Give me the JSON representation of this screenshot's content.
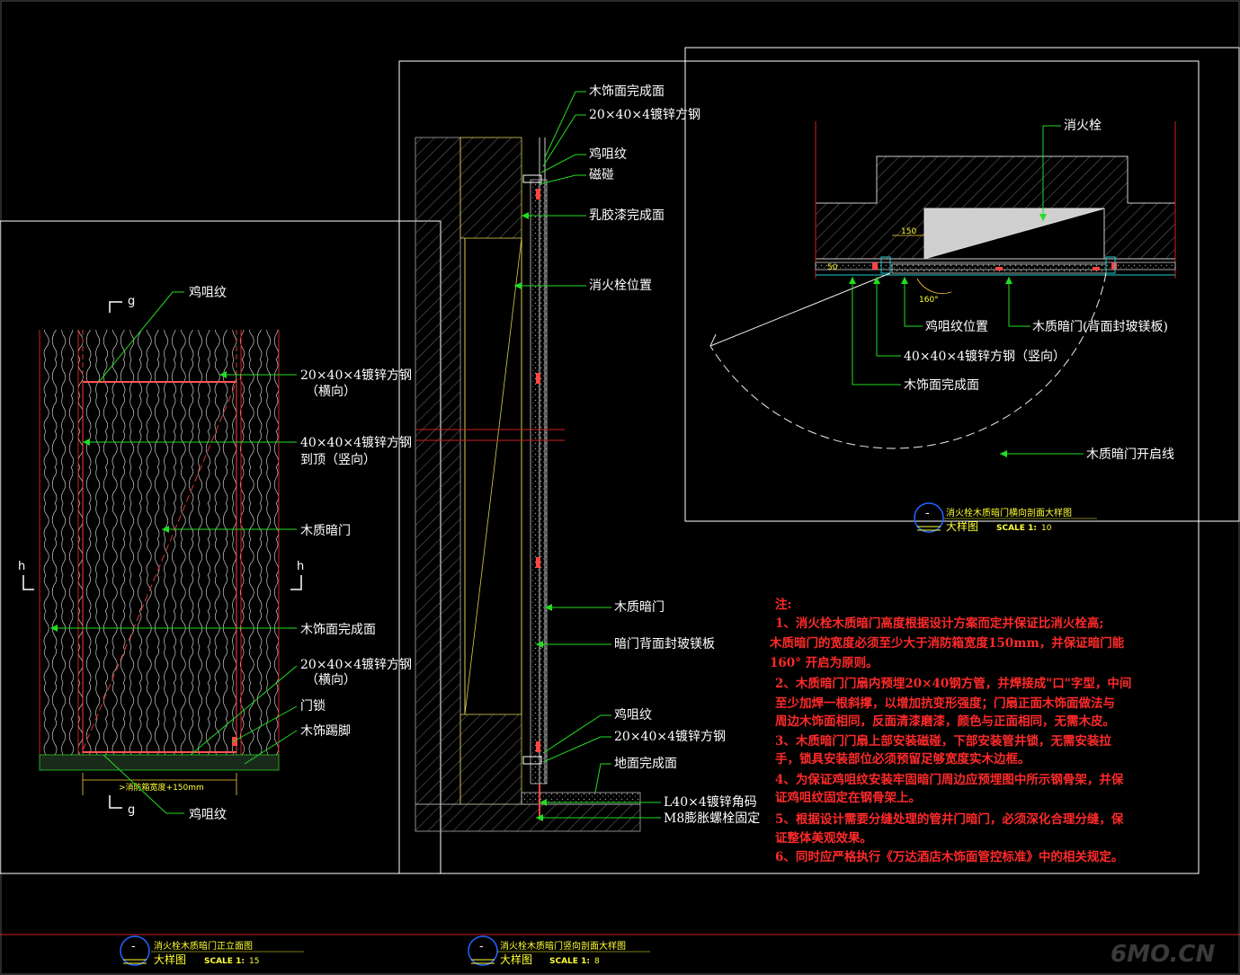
{
  "elevation": {
    "labels": [
      "鸡咀纹",
      "20×40×4镀锌方钢",
      "（横向）",
      "40×40×4镀锌方钢",
      "到顶（竖向）",
      "木质暗门",
      "木饰面完成面",
      "20×40×4镀锌方钢",
      "（横向）",
      "门锁",
      "木饰踢脚",
      "鸡咀纹"
    ],
    "section_marks": {
      "g_top": "g",
      "g_bottom": "g",
      "h_left": "h",
      "h_right": "h"
    },
    "dimension": ">消防箱宽度+150mm",
    "title_block": {
      "symbol": "-",
      "title": "消火栓木质暗门正立面图",
      "subtitle": "大样图",
      "scale_label": "SCALE 1:",
      "scale_value": "15"
    }
  },
  "vertical_section": {
    "labels": [
      "木饰面完成面",
      "20×40×4镀锌方钢",
      "鸡咀纹",
      "磁碰",
      "乳胶漆完成面",
      "消火栓位置",
      "木质暗门",
      "暗门背面封玻镁板",
      "鸡咀纹",
      "20×40×4镀锌方钢",
      "地面完成面",
      "L40×4镀锌角码",
      "M8膨胀螺栓固定"
    ],
    "title_block": {
      "symbol": "-",
      "title": "消火栓木质暗门竖向剖面大样图",
      "subtitle": "大样图",
      "scale_label": "SCALE 1:",
      "scale_value": "8"
    }
  },
  "horizontal_section": {
    "labels": [
      "消火栓",
      "鸡咀纹位置",
      "木质暗门(背面封玻镁板)",
      "40×40×4镀锌方钢（竖向）",
      "木饰面完成面",
      "木质暗门开启线"
    ],
    "dims": [
      "150",
      "50",
      "160°"
    ],
    "title_block": {
      "symbol": "-",
      "title": "消火栓木质暗门横向剖面大样图",
      "subtitle": "大样图",
      "scale_label": "SCALE 1:",
      "scale_value": "10"
    }
  },
  "notes": {
    "heading": "注:",
    "lines": [
      "1、消火栓木质暗门高度根据设计方案而定并保证比消火栓高;",
      "木质暗门的宽度必须至少大于消防箱宽度150mm，并保证暗门能",
      "160°  开启为原则。",
      "2、木质暗门门扇内预埋20×40钢方管，并焊接成\"口\"字型，中间",
      "至少加焊一根斜撑，以增加抗变形强度；门扇正面木饰面做法与",
      "周边木饰面相同，反面清漆磨漆，颜色与正面相同，无需木皮。",
      "3、木质暗门门扇上部安装磁碰，下部安装管井锁，无需安装拉",
      "手，锁具安装部位必须预留足够宽度实木边框。",
      "4、为保证鸡咀纹安装牢固暗门周边应预埋图中所示钢骨架，并保",
      "证鸡咀纹固定在钢骨架上。",
      "5、根据设计需要分缝处理的管井门暗门，必须深化合理分缝，保",
      "证整体美观效果。",
      "6、同时应严格执行《万达酒店木饰面管控标准》中的相关规定。"
    ]
  },
  "watermark": "6MO.CN",
  "colors": {
    "background": "#000000",
    "frame": "#ffffff",
    "leader": "#22dd22",
    "note": "#ff2a2a",
    "title": "#ffff33",
    "grain": "#bbbbbb",
    "red_line": "#dd2222"
  }
}
